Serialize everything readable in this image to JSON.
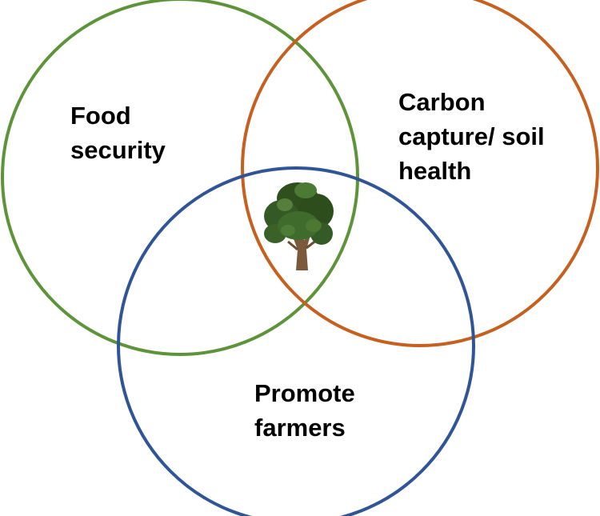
{
  "diagram": {
    "type": "venn",
    "circles": [
      {
        "id": "food",
        "lines": [
          "Food",
          "security"
        ],
        "stroke_color": "#5E9439"
      },
      {
        "id": "carbon",
        "lines": [
          "Carbon",
          "capture/ soil",
          "health"
        ],
        "stroke_color": "#C6601F"
      },
      {
        "id": "farmers",
        "lines": [
          "Promote",
          "farmers"
        ],
        "stroke_color": "#2F5597"
      }
    ],
    "center_icon": "tree-icon",
    "text_color": "#000000"
  }
}
